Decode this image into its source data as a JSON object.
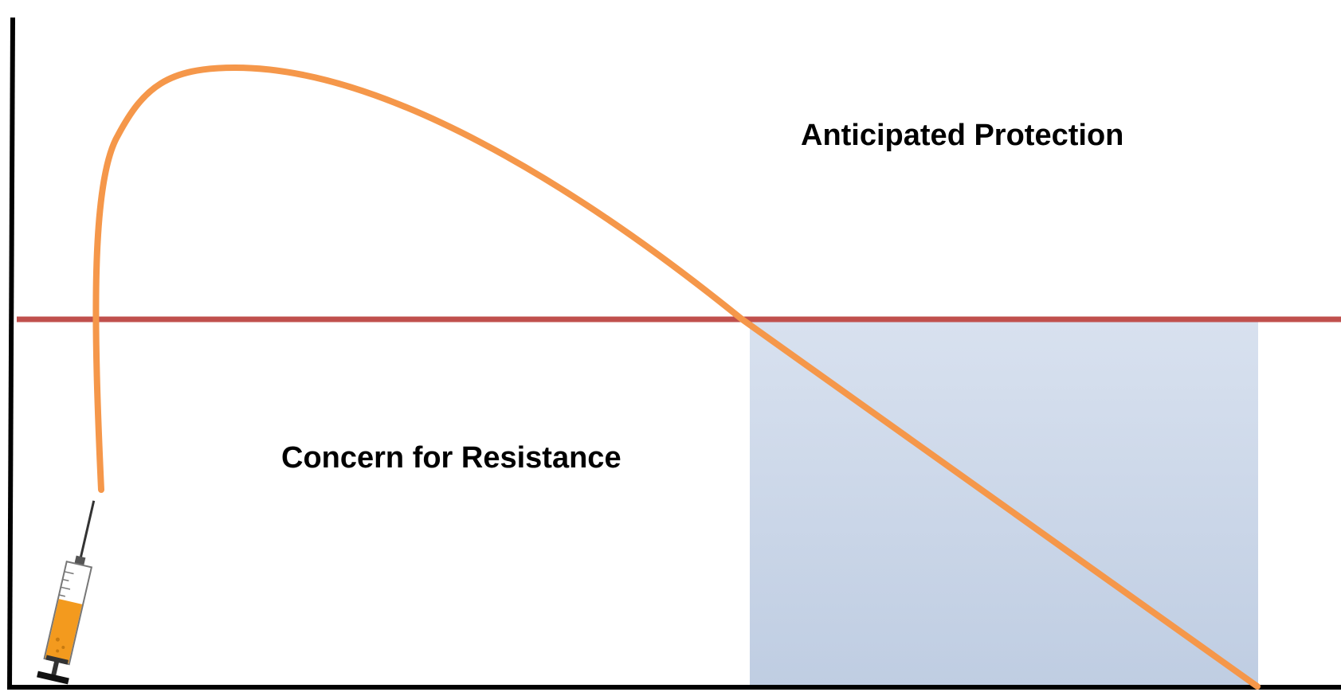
{
  "title": "Resistance?",
  "labels": {
    "protection": "Anticipated Protection",
    "resistance": "Concern for Resistance"
  },
  "colors": {
    "title": "#1f9fc4",
    "curve": "#f5974a",
    "threshold": "#c0504d",
    "resistance_window": "#c5d2e6",
    "axes": "#000000",
    "syringe_fluid": "#f39a1e"
  },
  "icons": {
    "syringe": "syringe-icon"
  }
}
